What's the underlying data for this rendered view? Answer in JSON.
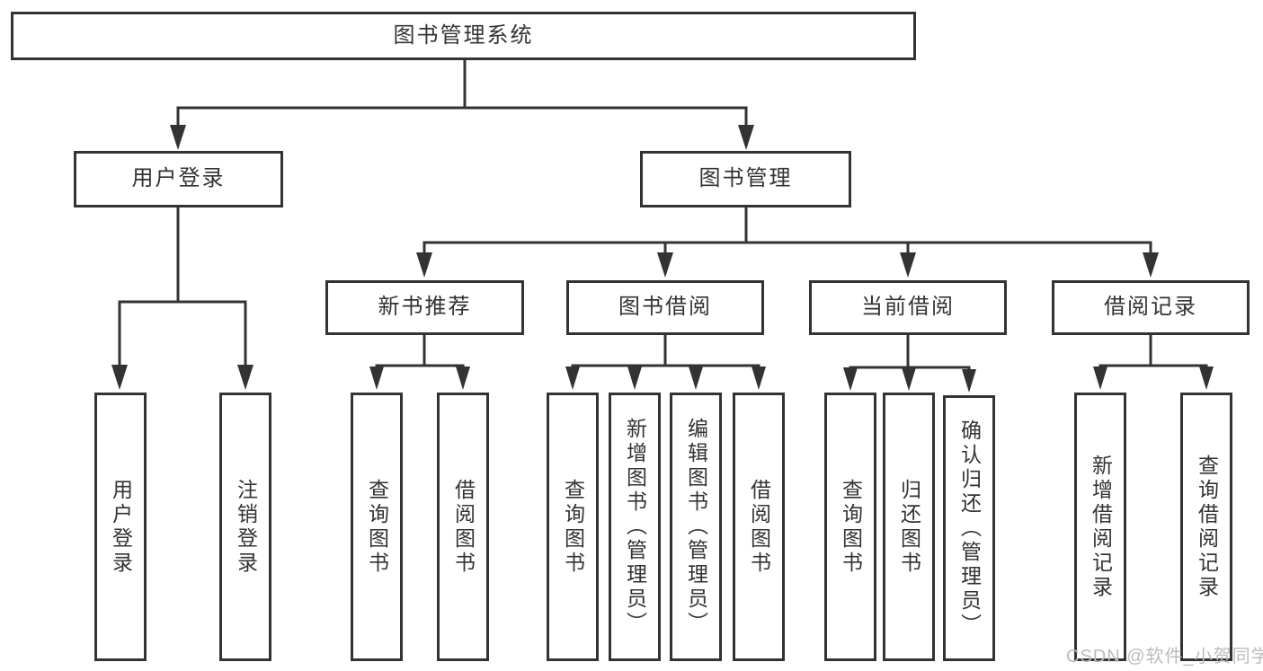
{
  "diagram": {
    "root": "图书管理系统",
    "level2": {
      "user_login": "用户登录",
      "book_management": "图书管理"
    },
    "level3": {
      "new_book_recommend": "新书推荐",
      "book_borrowing": "图书借阅",
      "current_borrowing": "当前借阅",
      "borrow_records": "借阅记录"
    },
    "leaves": {
      "user_login": "用户登录",
      "logout": "注销登录",
      "nb_query_books": "查询图书",
      "nb_borrow_books": "借阅图书",
      "bw_query_books": "查询图书",
      "bw_add_books": "新增图书（管理员）",
      "bw_edit_books": "编辑图书（管理员）",
      "bw_borrow_books": "借阅图书",
      "cur_query_books": "查询图书",
      "cur_return_books": "归还图书",
      "cur_confirm_return": "确认归还（管理员）",
      "rec_add_record": "新增借阅记录",
      "rec_query_record": "查询借阅记录"
    }
  },
  "colors": {
    "line": "#333333",
    "box_border": "#333333",
    "text": "#333333",
    "watermark": "#bcbcbc"
  },
  "watermark": "CSDN @软件_小贺同学"
}
